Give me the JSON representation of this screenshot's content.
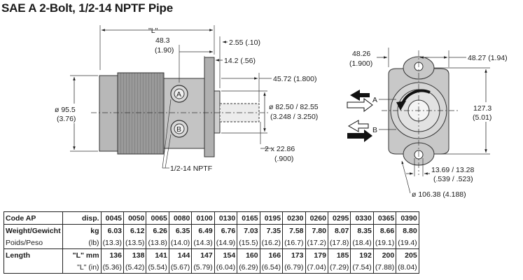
{
  "title": "SAE A 2-Bolt, 1/2-14 NPTF Pipe",
  "side_view": {
    "dim_L": "\"L\"",
    "dim_48_3": "48.3",
    "dim_48_3_in": "(1.90)",
    "dim_2_55": "2.55 (.10)",
    "dim_14_2": "14.2 (.56)",
    "dim_45_72": "45.72 (1.800)",
    "dim_95_5": "ø 95.5",
    "dim_95_5_in": "(3.76)",
    "dim_82_50": "ø 82.50 / 82.55",
    "dim_82_50_in": "(3.248 / 3.250)",
    "dim_2x22_86": "2 x 22.86",
    "dim_2x22_86_in": "(.900)",
    "port_label": "1/2-14 NPTF",
    "port_a": "A",
    "port_b": "B"
  },
  "end_view": {
    "dim_48_26": "48.26",
    "dim_48_26_in": "(1.900)",
    "dim_48_27": "48.27 (1.94)",
    "dim_127_3": "127.3",
    "dim_127_3_in": "(5.01)",
    "dim_13_69": "13.69 / 13.28",
    "dim_13_69_in": "(.539 / .523)",
    "dim_106_38": "ø 106.38 (4.188)",
    "flow_a": "A",
    "flow_b": "B"
  },
  "table": {
    "code_label": "Code AP",
    "disp_label": "disp.",
    "codes": [
      "0045",
      "0050",
      "0065",
      "0080",
      "0100",
      "0130",
      "0165",
      "0195",
      "0230",
      "0260",
      "0295",
      "0330",
      "0365",
      "0390"
    ],
    "weight_label": "Weight/Gewicht",
    "weight_unit": "kg",
    "weight_kg": [
      "6.03",
      "6.12",
      "6.26",
      "6.35",
      "6.49",
      "6.76",
      "7.03",
      "7.35",
      "7.58",
      "7.80",
      "8.07",
      "8.35",
      "8.66",
      "8.80"
    ],
    "poids_label": "Poids/Peso",
    "poids_unit": "(lb)",
    "weight_lb": [
      "(13.3)",
      "(13.5)",
      "(13.8)",
      "(14.0)",
      "(14.3)",
      "(14.9)",
      "(15.5)",
      "(16.2)",
      "(16.7)",
      "(17.2)",
      "(17.8)",
      "(18.4)",
      "(19.1)",
      "(19.4)"
    ],
    "length_label": "Length",
    "length_unit": "\"L\" mm",
    "length_mm": [
      "136",
      "138",
      "141",
      "144",
      "147",
      "154",
      "160",
      "166",
      "173",
      "179",
      "185",
      "192",
      "200",
      "205"
    ],
    "length_in_label": "\"L\" (in)",
    "length_in": [
      "(5.36)",
      "(5.42)",
      "(5.54)",
      "(5.67)",
      "(5.79)",
      "(6.04)",
      "(6.29)",
      "(6.54)",
      "(6.79)",
      "(7.04)",
      "(7.29)",
      "(7.54)",
      "(7.88)",
      "(8.04)"
    ]
  }
}
